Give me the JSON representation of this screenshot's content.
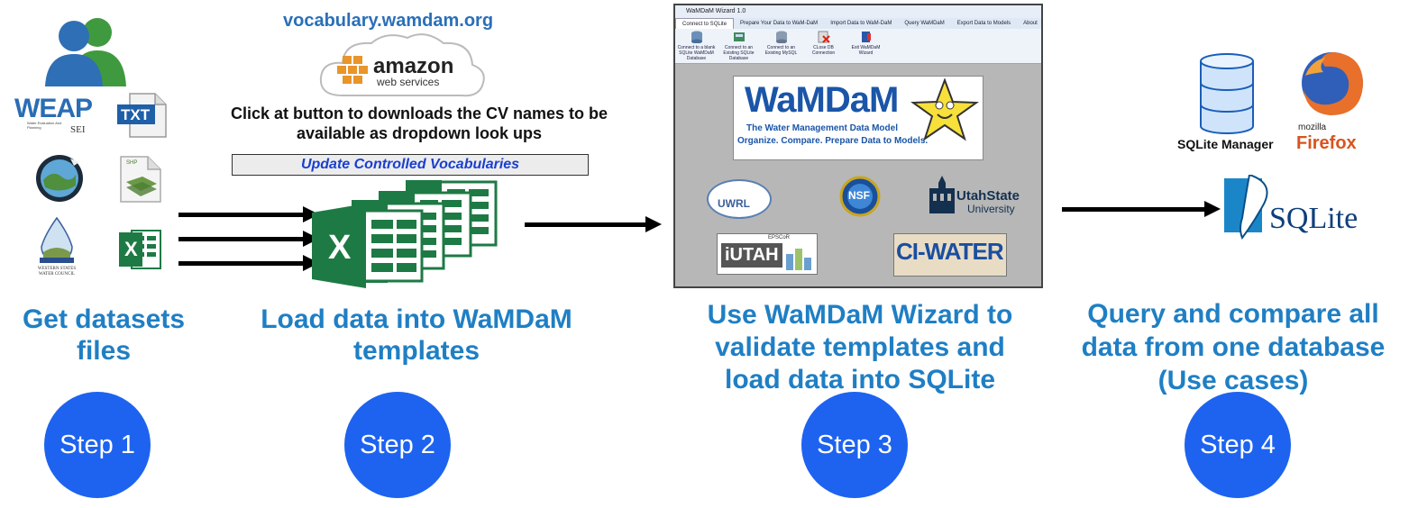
{
  "top": {
    "url": "vocabulary.wamdam.org",
    "aws_brand": "amazon",
    "aws_sub": "web services",
    "instruction_line1": "Click at button to downloads the CV names to be",
    "instruction_line2": "available as dropdown look ups",
    "update_button": "Update Controlled Vocabularies"
  },
  "step1": {
    "caption_line1": "Get datasets",
    "caption_line2": "files",
    "label": "Step 1",
    "weap_label": "WEAP",
    "weap_sub": "Water Evaluation And Planning",
    "sei_label": "SEI",
    "txt_label": "TXT",
    "shp_label": "SHP",
    "wsc_label": "WESTERN STATES WATER COUNCIL",
    "excel_letter": "X"
  },
  "step2": {
    "caption_line1": "Load data into WaMDaM",
    "caption_line2": "templates",
    "label": "Step 2",
    "excel_letter": "X"
  },
  "step3": {
    "caption_line1": "Use WaMDaM Wizard to",
    "caption_line2": "validate templates and",
    "caption_line3": "load data into SQLite",
    "label": "Step 3",
    "wizard": {
      "title": "WaMDaM Wizard 1.0",
      "menu": [
        "Connect to SQLite",
        "Prepare Your Data to WaM-DaM",
        "Import Data to WaM-DaM",
        "Query WaMDaM",
        "Export Data to Models",
        "About"
      ],
      "ribbon": [
        {
          "label": "Connect to a blank SQLite WaMDaM Database"
        },
        {
          "label": "Connect to an Existing SQLite Database"
        },
        {
          "label": "Connect to an Existing MySQL"
        },
        {
          "label": "CLose DB Connection"
        },
        {
          "label": "Exit WaMDaM Wizard"
        }
      ],
      "logo_title": "WaMDaM",
      "logo_sub1": "The Water Management Data Model",
      "logo_sub2": "Organize. Compare. Prepare Data to Models.",
      "uwrl": "UWRL",
      "nsf": "NSF",
      "usu_line1": "UtahState",
      "usu_line2": "University",
      "iutah": "iUTAH",
      "epscor": "EPSCoR",
      "ciwater": "CI-WATER"
    }
  },
  "step4": {
    "caption_line1": "Query and compare all",
    "caption_line2": "data from one database",
    "caption_line3": "(Use cases)",
    "label": "Step 4",
    "sqlite_manager": "SQLite Manager",
    "mozilla": "mozilla",
    "firefox": "Firefox",
    "sqlite": "SQLite"
  },
  "colors": {
    "caption_blue": "#1f7fc4",
    "step_circle": "#1e63ef",
    "excel_green": "#1e7a44",
    "url_blue": "#2a6fb8"
  }
}
